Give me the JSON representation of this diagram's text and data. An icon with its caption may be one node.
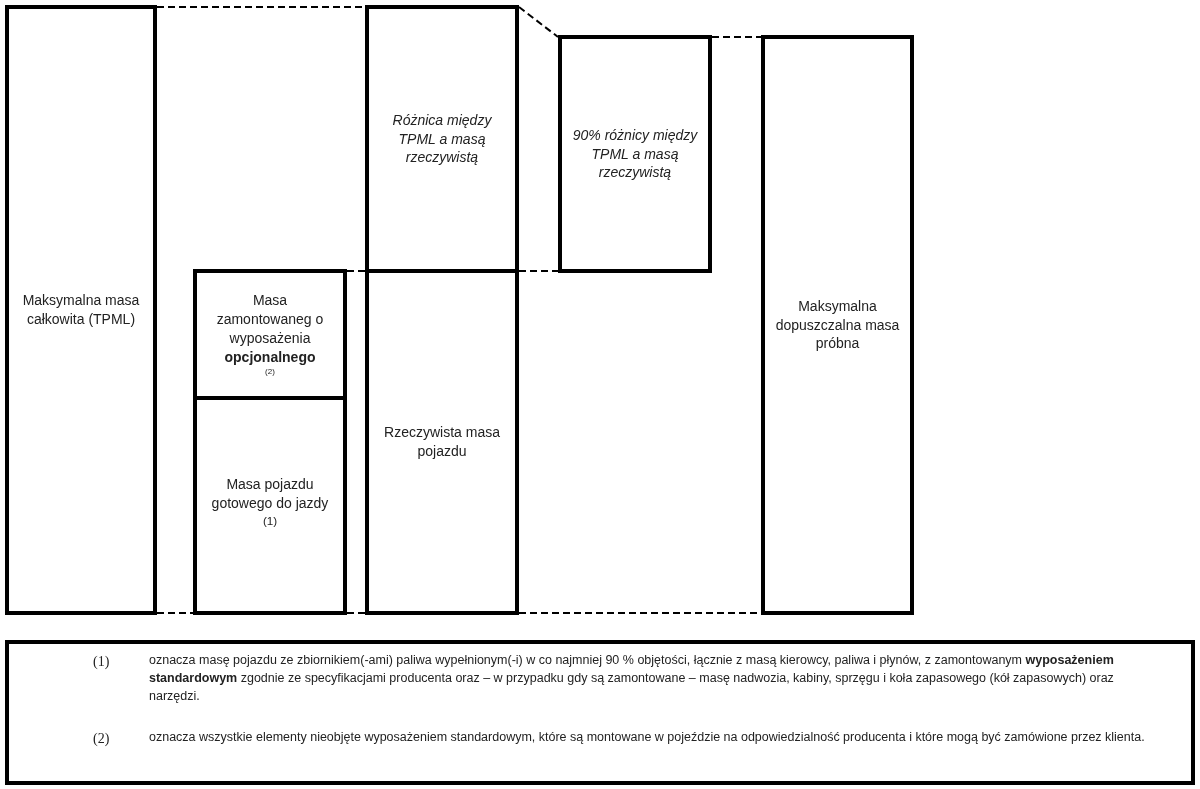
{
  "diagram": {
    "nodes": [
      {
        "text": [
          "Maksymalna masa całkowita (TPML)"
        ]
      },
      {
        "text": [
          "Masa zamontowaneg o wyposażenia **opcjonalnego**",
          "(2)"
        ]
      },
      {
        "text": [
          "Masa pojazdu gotowego do jazdy $^{(1)}$"
        ]
      },
      {
        "text": [
          "Różnica między TPML a masą rzeczywistą"
        ]
      },
      {
        "text": [
          "Rzeczywista masa pojazdu"
        ]
      },
      {
        "text": [
          "90% różnicy między TPML a masą rzeczywistą"
        ]
      },
      {
        "text": [
          "Maksymalna dopuszczalna masa próbna"
        ]
      },
      {
        "text": [
          "(1)",
          "oznacza masę pojazdu ze zbiornikiem(-ami) paliwa wypełnionym(-i) w co najmniej 90 % objętości, łącznie z masą kierowcy, paliwa i płynów, z zamontowanym **wyposażeniem standardowym** zgodnie ze specyfikacjami producenta oraz – w przypadku gdy są zamontowane – masę nadwozia, kabiny, sprzęgu i koła zapasowego (kół zapasowych) oraz narzędzi.",
          "(2)",
          "oznacza wszystkie elementy nieobjęte wyposażeniem standardowym, które są montowane w pojeździe na odpowiedzialność producenta i które mogą być zamówione przez klienta."
        ]
      }
    ],
    "edges": [
      {
        "from": 0,
        "to": 3,
        "arrow": "none",
        "style": "dashed"
      },
      {
        "from": 3,
        "to": 5,
        "arrow": "none",
        "style": "dashed"
      },
      {
        "from": 5,
        "to": 6,
        "arrow": "none",
        "style": "dashed"
      },
      {
        "from": 1,
        "to": 4,
        "arrow": "none",
        "style": "dashed"
      },
      {
        "from": 4,
        "to": 5,
        "arrow": "none",
        "style": "dashed"
      },
      {
        "from": 0,
        "to": 2,
        "arrow": "none",
        "style": "dashed"
      },
      {
        "from": 2,
        "to": 4,
        "arrow": "none",
        "style": "dashed"
      },
      {
        "from": 4,
        "to": 6,
        "arrow": "none",
        "style": "dashed"
      }
    ]
  }
}
